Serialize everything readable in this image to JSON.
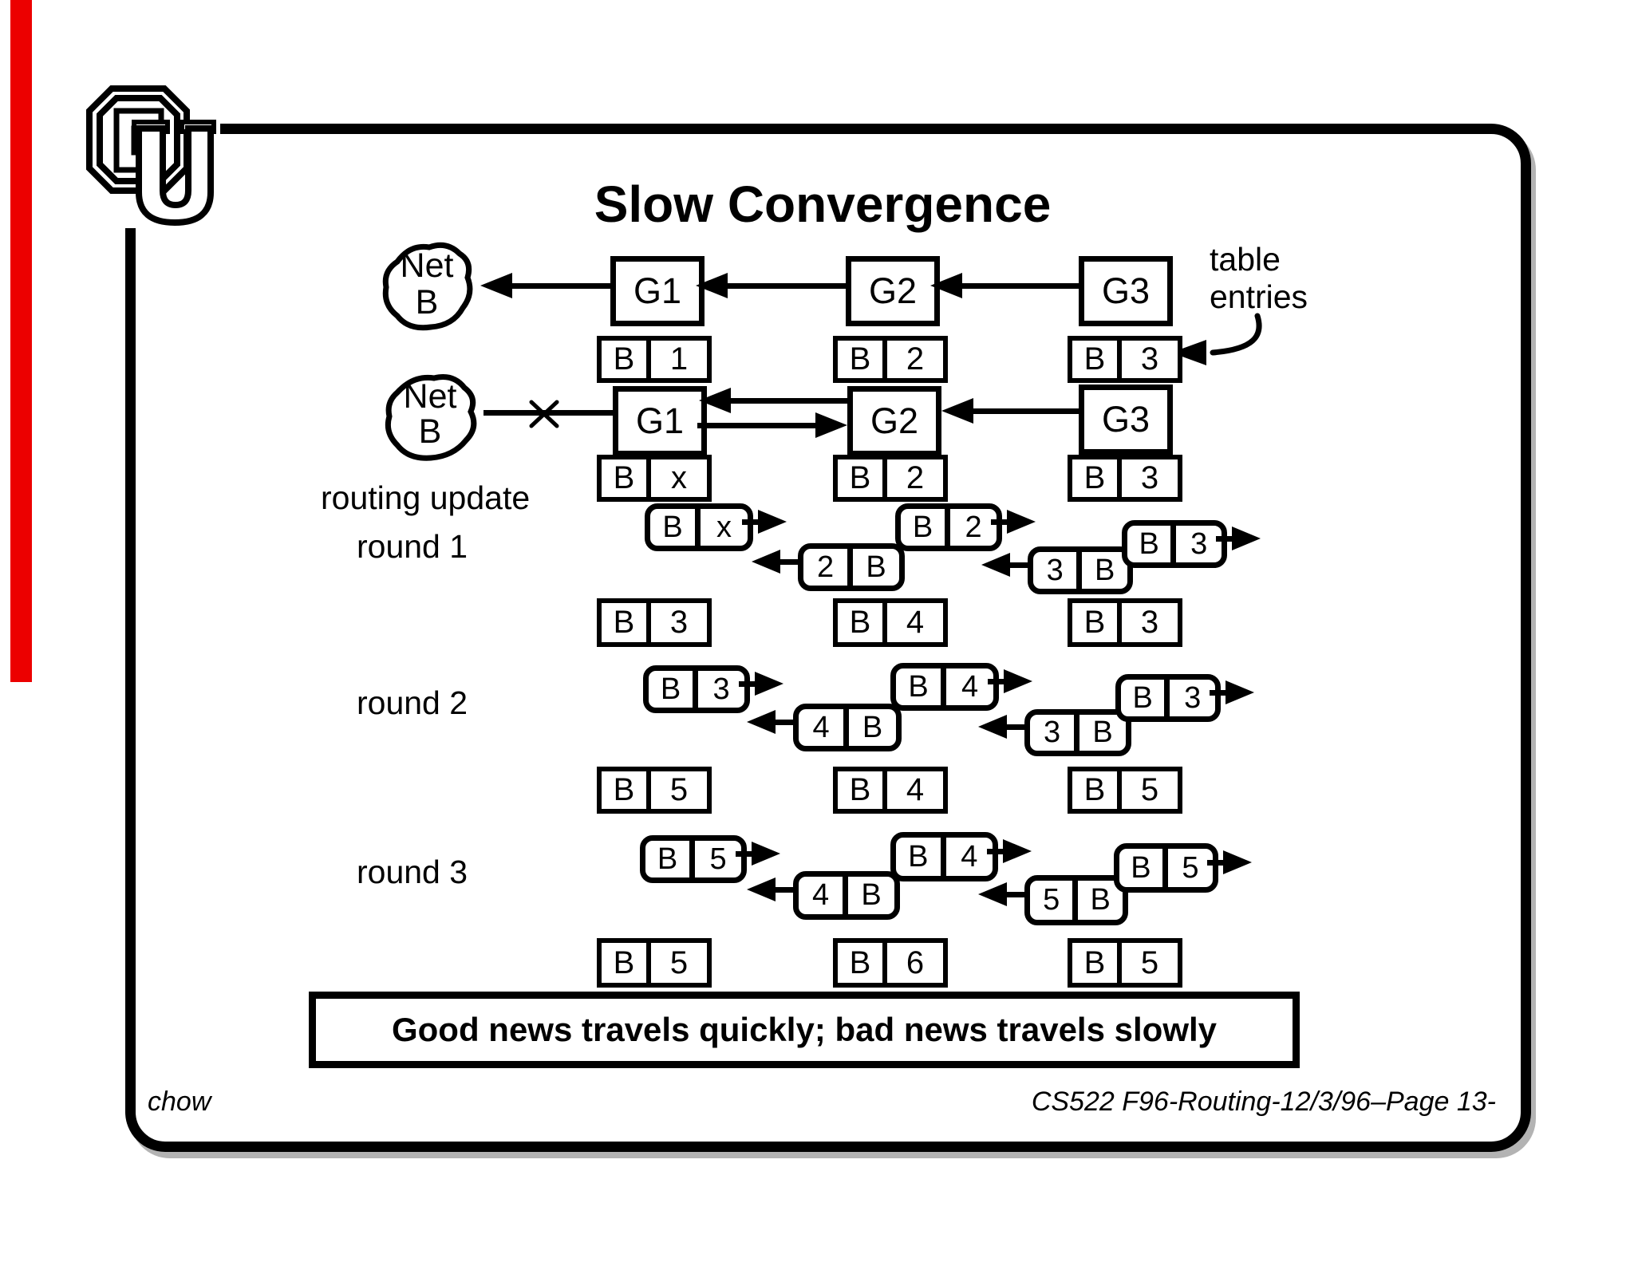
{
  "colors": {
    "ink": "#000000",
    "paper": "#ffffff",
    "accent_bar": "#ec0000",
    "frame_shadow": "#b3b3b3"
  },
  "slide": {
    "title": "Slow Convergence",
    "banner": "Good news travels quickly; bad news travels slowly",
    "footer_left": "chow",
    "footer_right": "CS522 F96-Routing-12/3/96–Page 13-"
  },
  "labels": {
    "net_line1": "Net",
    "net_line2": "B",
    "table_entries_line1": "table",
    "table_entries_line2": "entries",
    "routing_update": "routing update",
    "round1": "round 1",
    "round2": "round 2",
    "round3": "round 3"
  },
  "routers": [
    "G1",
    "G2",
    "G3"
  ],
  "tables": {
    "initial": [
      [
        "B",
        "1"
      ],
      [
        "B",
        "2"
      ],
      [
        "B",
        "3"
      ]
    ],
    "after_break": [
      [
        "B",
        "x"
      ],
      [
        "B",
        "2"
      ],
      [
        "B",
        "3"
      ]
    ],
    "after_round1": [
      [
        "B",
        "3"
      ],
      [
        "B",
        "4"
      ],
      [
        "B",
        "3"
      ]
    ],
    "after_round2": [
      [
        "B",
        "5"
      ],
      [
        "B",
        "4"
      ],
      [
        "B",
        "5"
      ]
    ],
    "after_round3": [
      [
        "B",
        "5"
      ],
      [
        "B",
        "6"
      ],
      [
        "B",
        "5"
      ]
    ]
  },
  "messages": {
    "round1": [
      [
        "B",
        "x"
      ],
      [
        "2",
        "B"
      ],
      [
        "B",
        "2"
      ],
      [
        "3",
        "B"
      ],
      [
        "B",
        "3"
      ]
    ],
    "round2": [
      [
        "B",
        "3"
      ],
      [
        "4",
        "B"
      ],
      [
        "B",
        "4"
      ],
      [
        "3",
        "B"
      ],
      [
        "B",
        "3"
      ]
    ],
    "round3": [
      [
        "B",
        "5"
      ],
      [
        "4",
        "B"
      ],
      [
        "B",
        "4"
      ],
      [
        "5",
        "B"
      ],
      [
        "B",
        "5"
      ]
    ]
  }
}
